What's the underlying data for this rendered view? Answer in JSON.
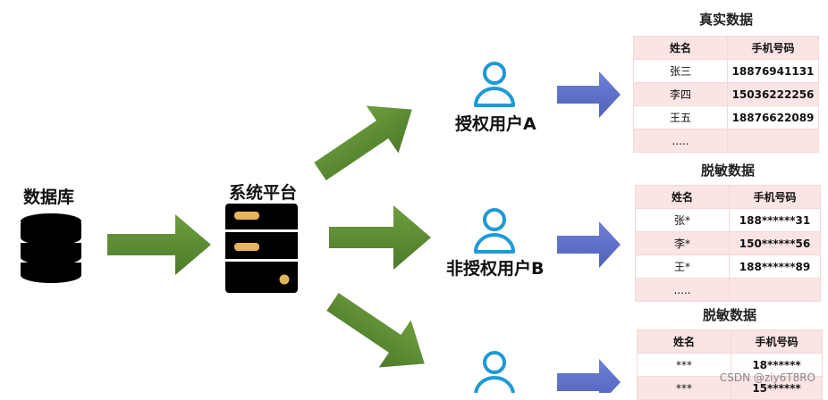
{
  "nodes": {
    "database": "数据库",
    "platform": "系统平台",
    "user_authorized": "授权用户A",
    "user_unauthorized": "非授权用户B"
  },
  "tables": [
    {
      "title": "真实数据",
      "headers": [
        "姓名",
        "手机号码"
      ],
      "rows": [
        [
          "张三",
          "18876941131"
        ],
        [
          "李四",
          "15036222256"
        ],
        [
          "王五",
          "18876622089"
        ],
        [
          ".....",
          ""
        ]
      ]
    },
    {
      "title": "脱敏数据",
      "headers": [
        "姓名",
        "手机号码"
      ],
      "rows": [
        [
          "张*",
          "188******31"
        ],
        [
          "李*",
          "150******56"
        ],
        [
          "王*",
          "188******89"
        ],
        [
          ".....",
          ""
        ]
      ]
    },
    {
      "title": "脱敏数据",
      "headers": [
        "姓名",
        "手机号码"
      ],
      "rows": [
        [
          "***",
          "18******"
        ],
        [
          "***",
          "15******"
        ]
      ]
    }
  ],
  "watermark": "CSDN @ziy6T8RO",
  "colors": {
    "green_arrow": "#5a8a32",
    "blue_arrow": "#5b6fc9",
    "user_icon": "#1e9ad6",
    "server_slot": "#e5b55a",
    "table_pink": "#fbe4e4"
  },
  "icons": [
    "database-icon",
    "server-icon",
    "user-icon"
  ]
}
